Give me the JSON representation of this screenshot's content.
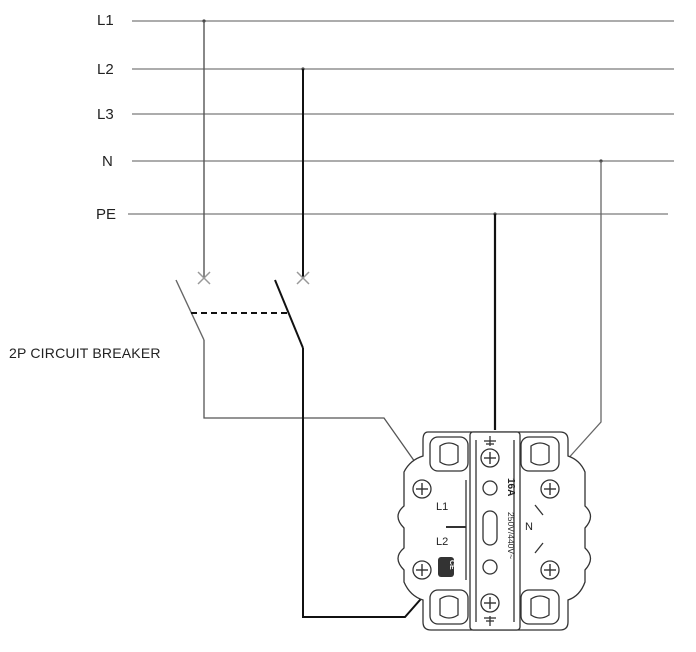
{
  "buses": {
    "l1": "L1",
    "l2": "L2",
    "l3": "L3",
    "n": "N",
    "pe": "PE"
  },
  "breaker": {
    "label": "2P CIRCUIT BREAKER"
  },
  "socket": {
    "terminal_l1": "L1",
    "terminal_l2": "L2",
    "terminal_n": "N",
    "current_rating": "16A",
    "voltage_rating": "250V/440V~",
    "badge": "CE"
  },
  "colors": {
    "line": "#666666",
    "wire": "#111111",
    "device_fill": "#ffffff",
    "device_stroke": "#333333"
  }
}
